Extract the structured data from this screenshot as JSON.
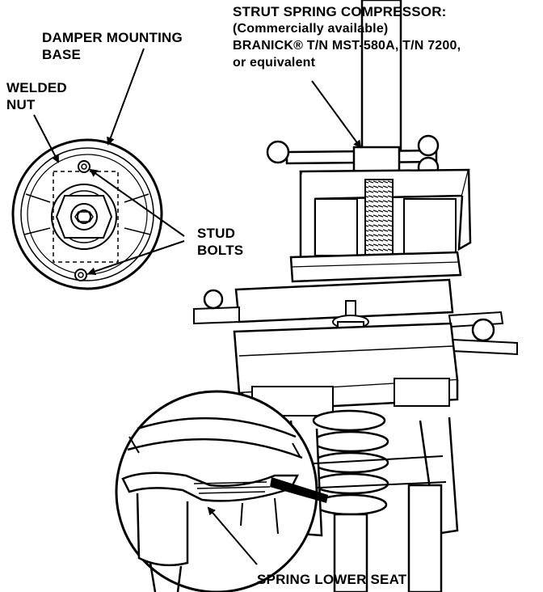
{
  "labels": {
    "compressor": {
      "line1": "STRUT SPRING COMPRESSOR:",
      "line2": "(Commercially available)",
      "line3": "BRANICK® T/N MST-580A, T/N 7200,",
      "line4": "or equivalent"
    },
    "damper_base": {
      "line1": "DAMPER MOUNTING",
      "line2": "BASE"
    },
    "welded_nut": {
      "line1": "WELDED",
      "line2": "NUT"
    },
    "stud_bolts": {
      "line1": "STUD",
      "line2": "BOLTS"
    },
    "spring_lower_seat": "SPRING LOWER SEAT"
  },
  "colors": {
    "ink": "#000000",
    "paper": "#ffffff"
  }
}
